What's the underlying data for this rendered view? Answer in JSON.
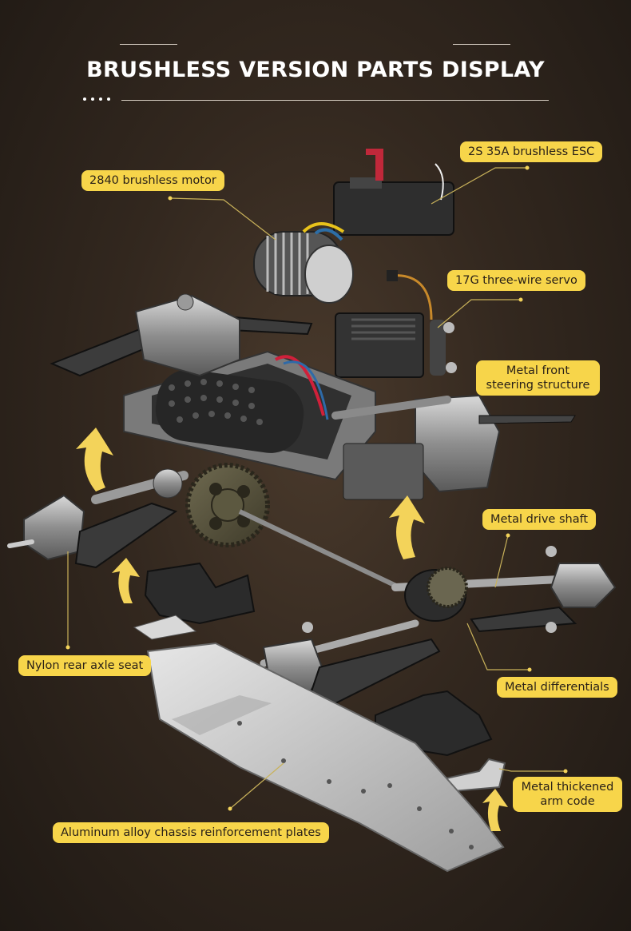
{
  "title": "BRUSHLESS VERSION PARTS DISPLAY",
  "labels": {
    "esc": "2S 35A brushless ESC",
    "motor": "2840 brushless motor",
    "servo": "17G three-wire servo",
    "steering_line1": "Metal front",
    "steering_line2": "steering structure",
    "drive_shaft": "Metal drive shaft",
    "rear_axle": "Nylon rear axle seat",
    "differentials": "Metal differentials",
    "arm_line1": "Metal thickened",
    "arm_line2": "arm code",
    "chassis_plates": "Aluminum alloy chassis reinforcement plates"
  },
  "colors": {
    "label_bg": "#f7d54a",
    "label_text": "#2a2118",
    "accent_arrow": "#f3d35a",
    "title_text": "#ffffff"
  }
}
